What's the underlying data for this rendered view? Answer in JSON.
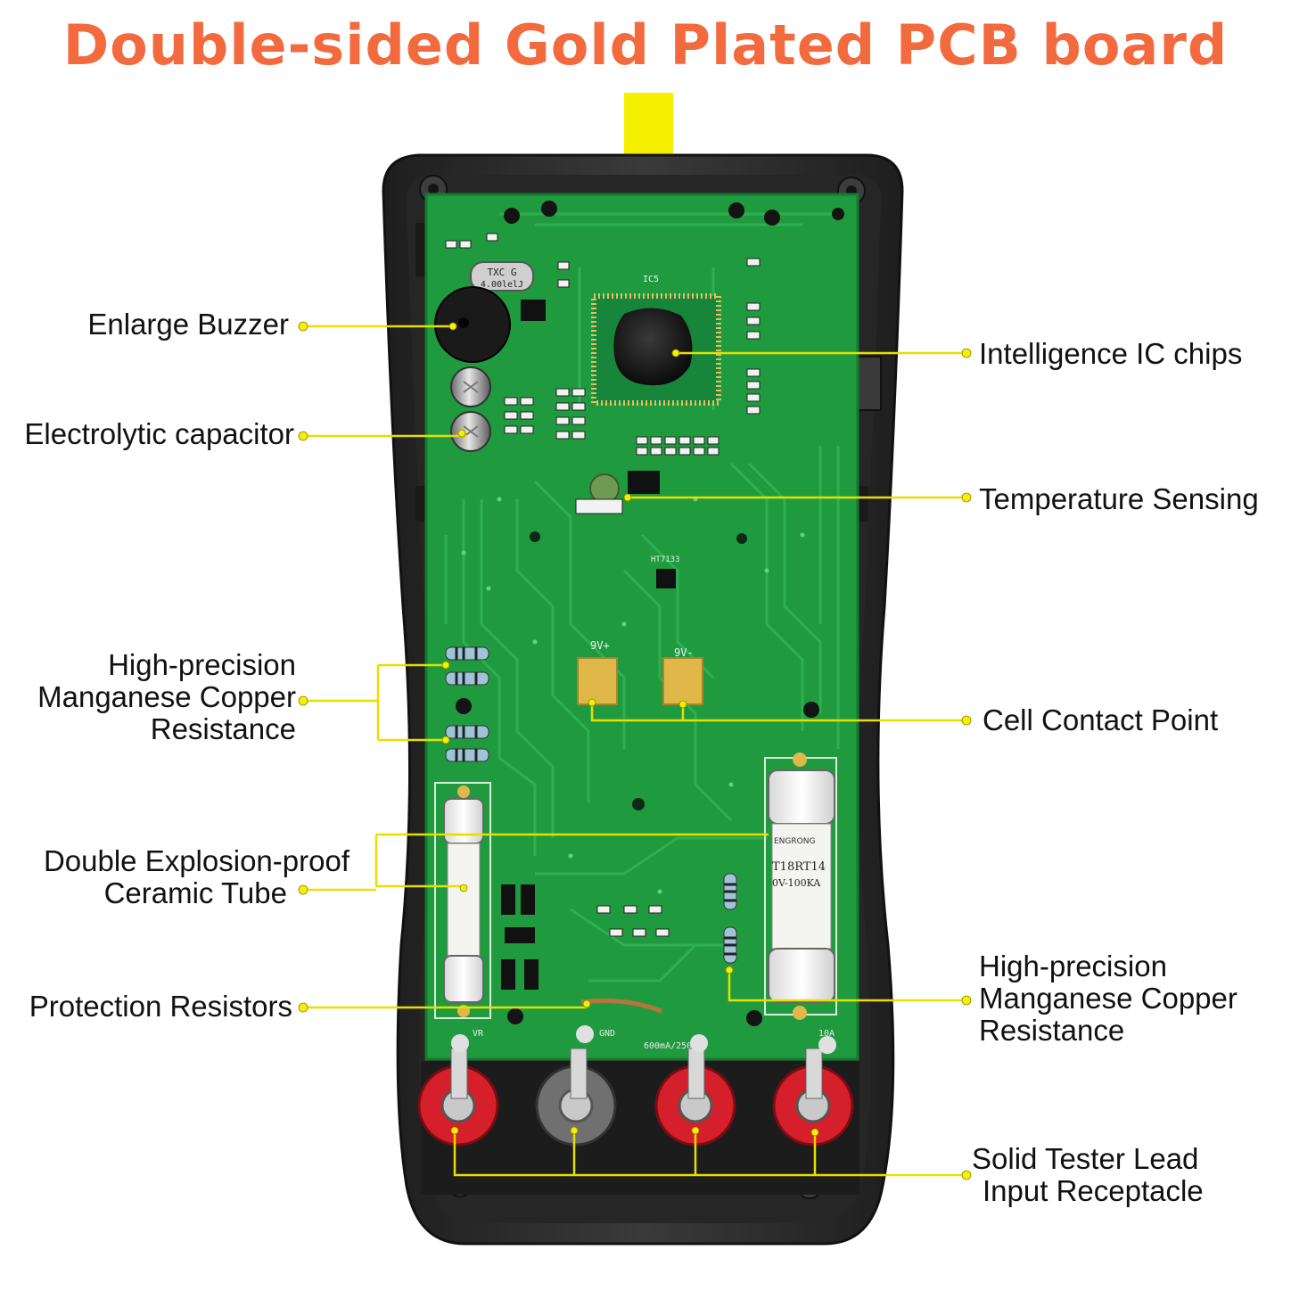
{
  "title": "Double-sided Gold Plated PCB board",
  "left_callouts": [
    {
      "id": "buzzer",
      "lines": [
        "Enlarge Buzzer"
      ]
    },
    {
      "id": "capacitor",
      "lines": [
        "Electrolytic capacitor"
      ]
    },
    {
      "id": "manganese-left",
      "lines": [
        "High-precision",
        "Manganese Copper",
        "Resistance"
      ]
    },
    {
      "id": "ceramic-tube",
      "lines": [
        "Double Explosion-proof",
        "Ceramic Tube"
      ]
    },
    {
      "id": "protection-resistors",
      "lines": [
        "Protection Resistors"
      ]
    }
  ],
  "right_callouts": [
    {
      "id": "ic-chips",
      "lines": [
        "Intelligence IC chips"
      ]
    },
    {
      "id": "temperature",
      "lines": [
        "Temperature Sensing"
      ]
    },
    {
      "id": "cell-contact",
      "lines": [
        "Cell Contact Point"
      ]
    },
    {
      "id": "manganese-right",
      "lines": [
        "High-precision",
        "Manganese Copper",
        "Resistance"
      ]
    },
    {
      "id": "receptacle",
      "lines": [
        "Solid Tester Lead",
        "Input Receptacle"
      ]
    }
  ],
  "board_marks": {
    "crystal": "TXC G",
    "crystal_freq": "4.00lelJ",
    "ic_label": "IC5",
    "pad_plus": "9V+",
    "pad_minus": "9V-",
    "fuse_brand": "ENGRONG",
    "fuse_model": "T18RT14",
    "fuse_rating": "0V-100KA",
    "jack_vr": "VR",
    "jack_gnd": "GND",
    "jack_rating": "600mA/250V",
    "jack_10a": "10A",
    "ht_chip": "HT7133"
  },
  "colors": {
    "title": "#f26a3d",
    "arrow": "#f5f000",
    "leader": "#e6df00",
    "pcb": "#1f9a3f",
    "case": "#2d2d2d",
    "gold_pad": "#e0b84a",
    "jack_red": "#d51f2a",
    "jack_gray": "#707070"
  }
}
